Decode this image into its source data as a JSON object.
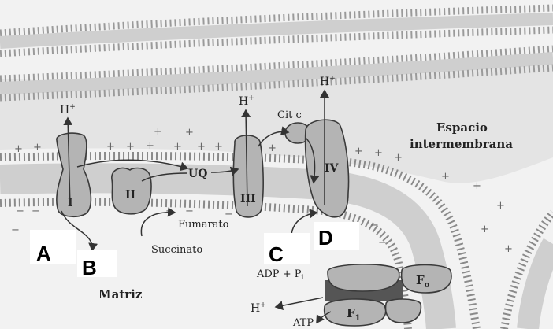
{
  "regions": {
    "intermembrane_line1": "Espacio",
    "intermembrane_line2": "intermembrana",
    "matrix": "Matriz"
  },
  "complexes": {
    "I": "I",
    "II": "II",
    "III": "III",
    "IV": "IV",
    "Fo_main": "F",
    "Fo_sub": "o",
    "F1_main": "F",
    "F1_sub": "1"
  },
  "molecules": {
    "uq": "UQ",
    "cytc": "Cit c",
    "fumarato": "Fumarato",
    "succinato": "Succinato",
    "adp": "ADP + P",
    "adp_sub": "i",
    "atp": "ATP"
  },
  "protons": {
    "h_main": "H",
    "h_sup": "+"
  },
  "markers": {
    "a": "A",
    "b": "B",
    "c": "C",
    "d": "D"
  },
  "colors": {
    "background": "#f2f2f2",
    "membrane_head": "#8a8a8a",
    "complex_fill": "#b4b4b4",
    "complex_stroke": "#3a3a3a",
    "atp_stalk": "#555555"
  }
}
